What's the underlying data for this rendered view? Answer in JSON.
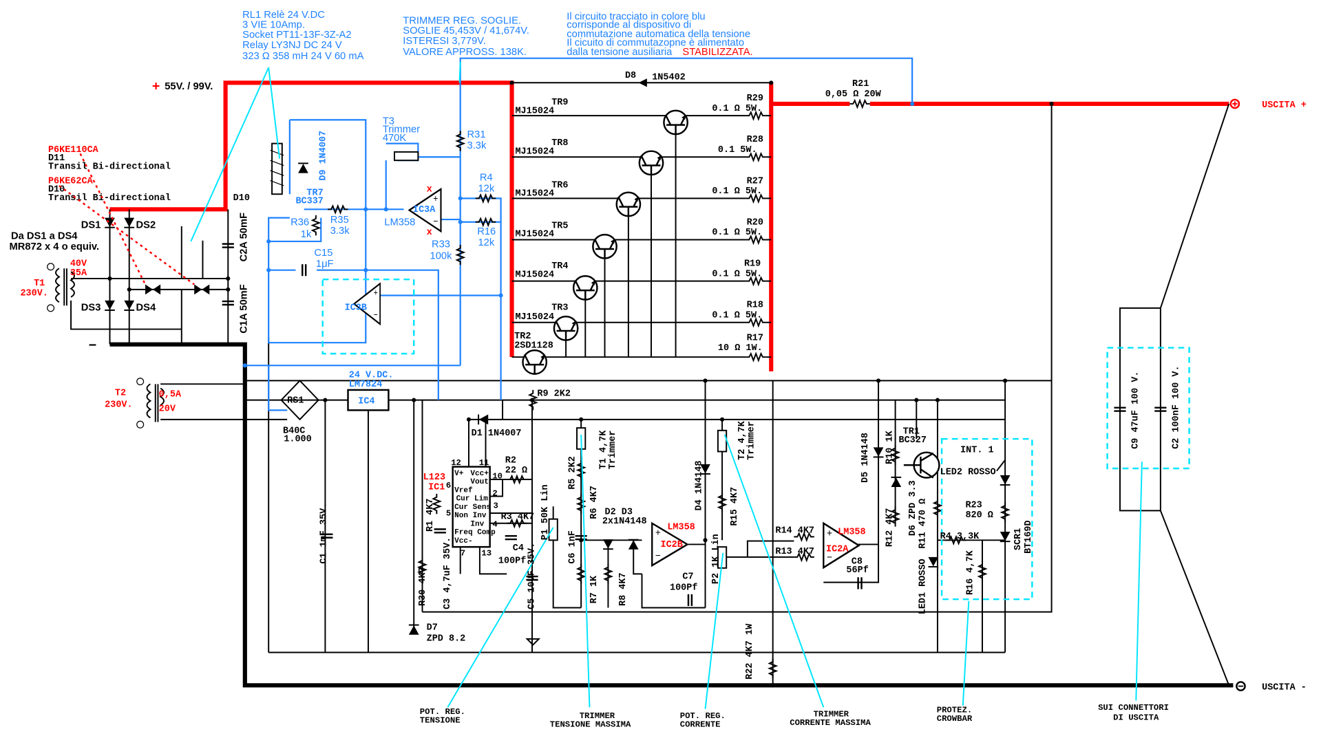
{
  "notes": {
    "relay": [
      "RL1 Relè 24 V.DC",
      "3 VIE 10Amp.",
      "Socket PT11-13F-3Z-A2",
      "Relay LY3NJ DC 24 V",
      "323 Ω 358 mH 24 V 60 mA"
    ],
    "trimmer": [
      "TRIMMER REG. SOGLIE.",
      "SOGLIE 45,453V / 41,674V.",
      "ISTERESI 3,779V.",
      "VALORE APPROSS. 138K."
    ],
    "circuit": [
      "Il circuito tracciato in colore blu",
      "corrisponde al dispositivo di",
      "commutazione automatica della tensione",
      "Il cicuito di commutazopne è alimentato",
      "dalla tensione ausiliaria"
    ],
    "circuit_red": "STABILIZZATA."
  },
  "supply": {
    "plus_sign": "+",
    "voltage": "55V. / 99V.",
    "minus_sign": "−"
  },
  "transils": {
    "d11_part": "P6KE110CA",
    "d11": "D11",
    "d11_type": "Transil Bi-directional",
    "d10_part": "P6KE62CA",
    "d10": "D10",
    "d10_type": "Transil Bi-directional"
  },
  "rectifier": {
    "note1": "Da DS1 a DS4",
    "note2": "MR872 x 4 o equiv.",
    "ds1": "DS1",
    "ds2": "DS2",
    "ds3": "DS3",
    "ds4": "DS4",
    "c2a": "C2A 50mF",
    "c1a": "C1A 50mF"
  },
  "t1": {
    "v": "40V",
    "a": "35A",
    "name": "T1",
    "primary": "230V."
  },
  "t2": {
    "name": "T2",
    "primary": "230V.",
    "a": "0,5A",
    "v": "20V"
  },
  "bridge": {
    "name": "RS1",
    "part1": "B40C",
    "part2": "1.000"
  },
  "ic4": {
    "v": "24 V.DC.",
    "part": "LM7824",
    "name": "IC4"
  },
  "blue": {
    "t3": "T3",
    "t3_type": "Trimmer",
    "t3_val": "470K",
    "r31": "R31",
    "r31_val": "3.3k",
    "r4": "R4",
    "r4_val": "12k",
    "r16": "R16",
    "r16_val": "12k",
    "r33": "R33",
    "r33_val": "100k",
    "ic3a": "IC3A",
    "lm358": "LM358",
    "tr7": "TR7",
    "bc337": "BC337",
    "d10": "D10",
    "d9": "D9 1N4007",
    "r36": "R36",
    "r36_val": "1k",
    "r35": "R35",
    "r35_val": "3.3k",
    "c15": "C15",
    "c15_val": "1μF",
    "ic3b": "IC3B",
    "x": "x"
  },
  "power": {
    "d8": "D8",
    "d8_part": "1N5402",
    "r21": "R21",
    "r21_val": "0,05 Ω 20W",
    "rows": [
      {
        "tr": "TR9",
        "part": "MJ15024",
        "r": "R29",
        "rv": "0.1 Ω 5W."
      },
      {
        "tr": "TR8",
        "part": "MJ15024",
        "r": "R28",
        "rv": "0.1   5W."
      },
      {
        "tr": "TR6",
        "part": "MJ15024",
        "r": "R27",
        "rv": "0.1 Ω 5W."
      },
      {
        "tr": "TR5",
        "part": "MJ15024",
        "r": "R20",
        "rv": "0.1 Ω 5W."
      },
      {
        "tr": "TR4",
        "part": "MJ15024",
        "r": "R19",
        "rv": "0.1 Ω 5W."
      },
      {
        "tr": "TR3",
        "part": "MJ15024",
        "r": "R18",
        "rv": "0.1 Ω 5W."
      }
    ],
    "tr2": "TR2",
    "tr2_part": "2SD1128",
    "r17": "R17",
    "r17_val": "10 Ω 1W."
  },
  "control": {
    "c1": "C1 1mF 35V.",
    "r30": "R30 4K7",
    "d7": "D7",
    "d7_val": "ZPD 8.2",
    "d1": "D1 1N4007",
    "l123": "L123",
    "ic1": "IC1",
    "pins": {
      "p12": "12",
      "p11": "11",
      "p10": "10",
      "p6": "6",
      "p2": "2",
      "p3": "3",
      "p5": "5",
      "p4": "4",
      "p7": "7",
      "p13": "13"
    },
    "ic1_pins": [
      "V+",
      "Vcc+",
      "Vout",
      "Vref",
      "Cur Lim",
      "Cur Sens",
      "Non Inv",
      "Inv",
      "Vcc-",
      "Freq Comp"
    ],
    "r2": "R2",
    "r2_val": "22 Ω",
    "r1": "R1 4K7",
    "c3": "C3 4,7uF 35V.",
    "r3": "R3 4K7",
    "c4": "C4",
    "c4_val": "100Pf",
    "p1": "P1 50K Lin",
    "c5": "C5 10UF 35V.",
    "r9": "R9 2K2",
    "r5": "R5 2K2",
    "t1": "T1 4,7K",
    "t1_type": "Trimmer",
    "r6": "R6 4K7",
    "c6": "C6 1nF",
    "r7": "R7 1K",
    "r8": "R8 4K7",
    "d2d3": "D2 D3",
    "d2d3_val": "2x1N4148",
    "ic2b": "IC2B",
    "lm358_b": "LM358",
    "c7": "C7",
    "c7_val": "100Pf",
    "d4": "D4 1N4148",
    "t2": "T2 4,7K",
    "t2_type": "Trimmer",
    "r15": "R15 4K7",
    "p2": "P2 1K Lin",
    "r22": "R22 4K7 1W",
    "r14": "R14 4K7",
    "r13": "R13 4K7",
    "ic2a": "IC2A",
    "lm358_a": "LM358",
    "c8": "C8",
    "c8_val": "56Pf",
    "d5": "D5 1N4148",
    "r10": "R10 1K",
    "tr1": "TR1",
    "tr1_part": "BC327",
    "r12": "R12 4K7",
    "d6": "D6 ZPD 3.3",
    "r11": "R11 470 Ω",
    "led1": "LED1 ROSSO",
    "led2": "LED2 ROSSO",
    "int1": "INT. 1",
    "r23": "R23",
    "r23_val": "820 Ω",
    "r4": "R4 3,3K",
    "r16": "R16 4,7K",
    "scr1": "SCR1",
    "scr1_part": "BT169D"
  },
  "output": {
    "c9": "C9 47uF 100 V.",
    "c2": "C2 100nF 100 V.",
    "plus": "USCITA +",
    "minus": "USCITA -"
  },
  "callouts": {
    "pot_tensione": [
      "POT. REG.",
      "TENSIONE"
    ],
    "trim_tensione": [
      "TRIMMER",
      "TENSIONE MASSIMA"
    ],
    "pot_corrente": [
      "POT. REG.",
      "CORRENTE"
    ],
    "trim_corrente": [
      "TRIMMER",
      "CORRENTE MASSIMA"
    ],
    "crowbar": [
      "PROTEZ.",
      "CROWBAR"
    ],
    "connettori": [
      "SUI CONNETTORI",
      "DI USCITA"
    ]
  },
  "colors": {
    "main_rail": "#ff0000",
    "auto_switch": "#1e82ff",
    "callout": "#00e5ff",
    "wire": "#000000"
  }
}
